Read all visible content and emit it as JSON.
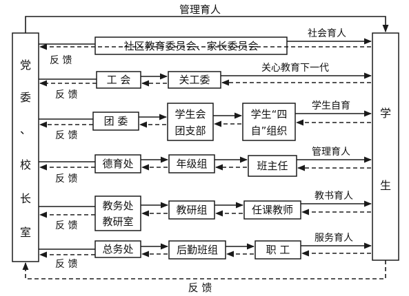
{
  "left_box": [
    "党",
    "委",
    "、",
    "校",
    "长",
    "室"
  ],
  "right_box": [
    "学",
    "生"
  ],
  "top_label": "管理育人",
  "bottom_label": "反  馈",
  "feedback_label": "反  馈",
  "rows": [
    {
      "boxes": [
        "社区教育委员会、家长委员会"
      ],
      "label": "社会育人"
    },
    {
      "boxes": [
        "工    会",
        "关工委"
      ],
      "label": "关心教育下一代"
    },
    {
      "boxes": [
        "团    委",
        "学生会|团支部",
        "学生“四|自”组织"
      ],
      "label": "学生自育"
    },
    {
      "boxes": [
        "德育处",
        "年级组",
        "班主任"
      ],
      "label": "管理育人"
    },
    {
      "boxes": [
        "教务处|教研室",
        "教研组",
        "任课教师"
      ],
      "label": "教书育人"
    },
    {
      "boxes": [
        "总务处",
        "后勤班组",
        "职    工"
      ],
      "label": "服务育人"
    }
  ]
}
